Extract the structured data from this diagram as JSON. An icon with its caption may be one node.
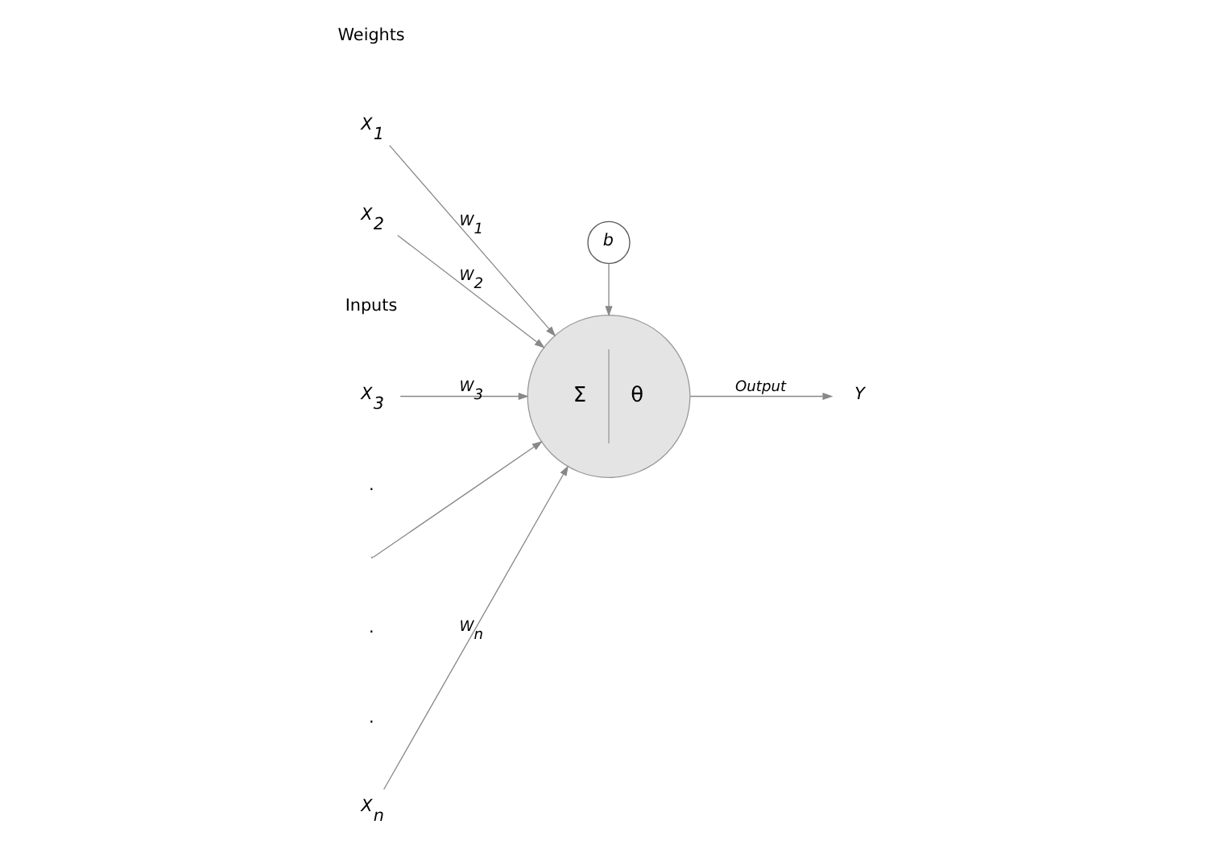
{
  "diagram": {
    "nodes": [
      {
        "text": [
          "X$_{1}$"
        ]
      },
      {
        "text": [
          "X$_{2}$"
        ]
      },
      {
        "text": [
          "X$_{3}$"
        ]
      },
      {
        "text": [
          "X$_{n}$"
        ]
      },
      {
        "text": [
          "Σ",
          "θ"
        ]
      },
      {
        "text": [
          "b"
        ]
      },
      {
        "text": [
          "Y"
        ]
      }
    ],
    "edges": [
      {
        "from": 0,
        "to": 4,
        "arrow": "to",
        "label": "W$_{1}$"
      },
      {
        "from": 1,
        "to": 4,
        "arrow": "to",
        "label": "W$_{2}$"
      },
      {
        "from": 2,
        "to": 4,
        "arrow": "to",
        "label": "W$_{3}$"
      },
      {
        "from": null,
        "to": 4,
        "arrow": "to"
      },
      {
        "from": 3,
        "to": 4,
        "arrow": "to",
        "label": "W$_{n}$"
      },
      {
        "from": 5,
        "to": 4,
        "arrow": "to"
      },
      {
        "from": 4,
        "to": 6,
        "arrow": "to",
        "label": "Output"
      }
    ],
    "labels": [
      "Weights",
      "Inputs",
      ".",
      ".",
      "."
    ]
  }
}
